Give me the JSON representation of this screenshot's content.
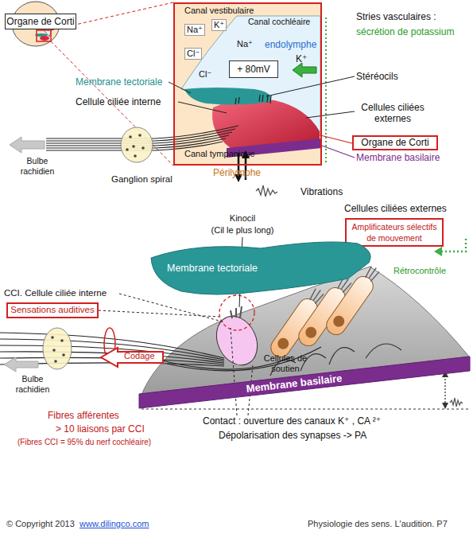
{
  "diagram": {
    "nodes": [
      {
        "text": [
          "Organe de Corti"
        ]
      },
      {
        "text": [
          "Canal vestibulaire",
          "Na⁺",
          "K⁺",
          "Cl⁻",
          "Canal cochléaire",
          "Na⁺",
          "endolymphe",
          "K⁺",
          "Cl⁻",
          "Canal tympanique"
        ]
      },
      {
        "text": [
          "+ 80mV"
        ],
        "in": 1
      },
      {
        "text": [
          "Organe de Corti"
        ]
      },
      {
        "text": [
          "Amplificateurs sélectifs de mouvement"
        ]
      },
      {
        "text": [
          "Membrane tectoriale"
        ]
      },
      {
        "text": [
          "Sensations auditives"
        ]
      },
      {
        "text": [
          "Codage"
        ]
      },
      {
        "text": [
          "Membrane basilaire"
        ]
      }
    ],
    "labels": [
      "Stries vasculaires :",
      "sécrétion de potassium",
      "Stéréocils",
      "Cellules ciliées externes",
      "Membrane basilaire",
      "Membrane tectoriale",
      "Cellule ciliée interne",
      "Bulbe rachidien",
      "Ganglion spiral",
      "Périlymphe",
      "Vibrations",
      "Kinocil",
      "(Cil le plus long)",
      "Cellules ciliées externes",
      "Rétrocontrôle",
      "CCI. Cellule ciliée interne",
      "Cellules de soutien",
      "Bulbe rachidien",
      "Fibres afférentes",
      "> 10 liaisons par CCI",
      "(Fibres CCI = 95% du nerf cochléaire)",
      "Contact : ouverture des canaux K⁺ , CA ²⁺",
      "Dépolarisation des synapses -> PA",
      "© Copyright 2013",
      "www.dilingco.com",
      "Physiologie des sens. L'audition. P7"
    ]
  }
}
